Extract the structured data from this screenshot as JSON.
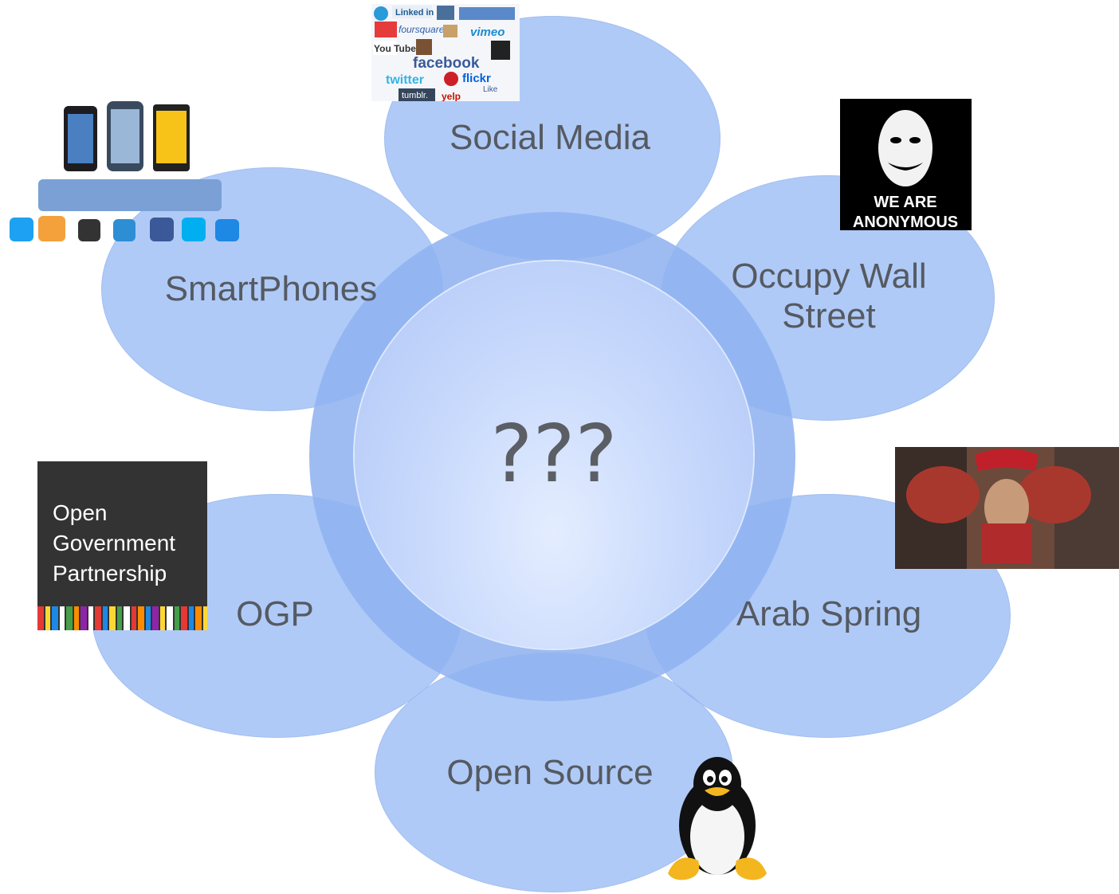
{
  "diagram": {
    "center_label": "???",
    "petals": [
      {
        "id": "social-media",
        "label": "Social Media"
      },
      {
        "id": "occupy",
        "label_line1": "Occupy Wall",
        "label_line2": "Street"
      },
      {
        "id": "arab-spring",
        "label": "Arab Spring"
      },
      {
        "id": "open-source",
        "label": "Open Source"
      },
      {
        "id": "ogp",
        "label": "OGP"
      },
      {
        "id": "smartphones",
        "label": "SmartPhones"
      }
    ]
  },
  "images": {
    "social_logos": [
      "Linked in",
      "foursquare",
      "vimeo",
      "You Tube",
      "facebook",
      "twitter",
      "flickr",
      "tumblr.",
      "yelp",
      "Like"
    ],
    "anonymous_text": [
      "WE ARE",
      "ANONYMOUS"
    ],
    "ogp_text": [
      "Open",
      "Government",
      "Partnership"
    ]
  },
  "colors": {
    "petal": "#8eb4f4",
    "center": "#c9dafc",
    "label": "#555a62"
  }
}
